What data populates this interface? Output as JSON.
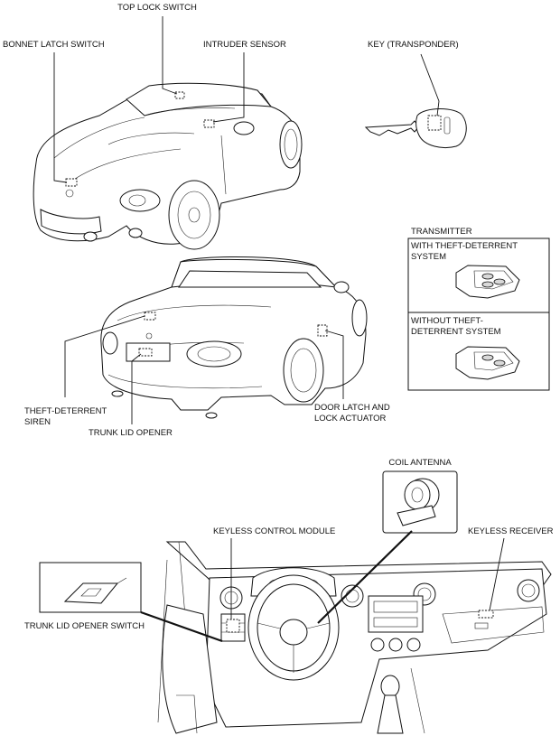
{
  "labels": {
    "top_lock_switch": "TOP LOCK SWITCH",
    "bonnet_latch_switch": "BONNET LATCH SWITCH",
    "intruder_sensor": "INTRUDER SENSOR",
    "key_transponder": "KEY (TRANSPONDER)",
    "transmitter": "TRANSMITTER",
    "with_theft_1": "WITH THEFT-DETERRENT",
    "with_theft_2": "SYSTEM",
    "without_theft_1": "WITHOUT THEFT-",
    "without_theft_2": "DETERRENT SYSTEM",
    "theft_siren_1": "THEFT-DETERRENT",
    "theft_siren_2": "SIREN",
    "trunk_lid_opener": "TRUNK LID OPENER",
    "door_latch_1": "DOOR LATCH AND",
    "door_latch_2": "LOCK ACTUATOR",
    "coil_antenna": "COIL ANTENNA",
    "keyless_control_module": "KEYLESS CONTROL MODULE",
    "keyless_receiver": "KEYLESS RECEIVER",
    "trunk_lid_opener_switch": "TRUNK LID OPENER SWITCH"
  },
  "icons": {
    "front_car": "roadster-front-view-illustration",
    "rear_car": "roadster-rear-view-illustration",
    "dashboard": "dashboard-interior-illustration",
    "key": "transponder-key-icon",
    "fob": "remote-key-fob-icon",
    "antenna": "coil-antenna-ring-icon",
    "trunk_switch": "trunk-opener-switch-icon"
  }
}
